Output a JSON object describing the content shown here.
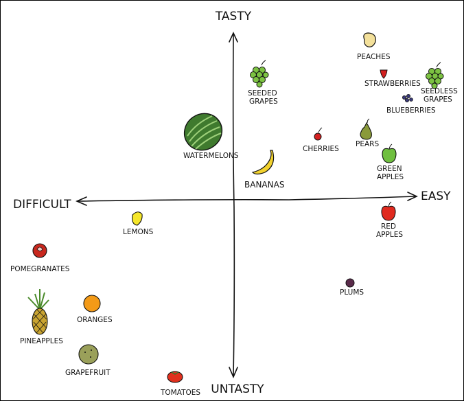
{
  "axes": {
    "top": "TASTY",
    "bottom": "UNTASTY",
    "left": "DIFFICULT",
    "right": "EASY"
  },
  "fruits": {
    "peaches": "PEACHES",
    "strawberries": "STRAWBERRIES",
    "seedless_grapes": [
      "SEEDLESS",
      "GRAPES"
    ],
    "blueberries": "BLUEBERRIES",
    "seeded_grapes": [
      "SEEDED",
      "GRAPES"
    ],
    "watermelons": "WATERMELONS",
    "cherries": "CHERRIES",
    "pears": "PEARS",
    "green_apples": [
      "GREEN",
      "APPLES"
    ],
    "bananas": "BANANAS",
    "red_apples": [
      "RED",
      "APPLES"
    ],
    "lemons": "LEMONS",
    "pomegranates": "POMEGRANATES",
    "oranges": "ORANGES",
    "pineapples": "PINEAPPLES",
    "grapefruit": "GRAPEFRUIT",
    "plums": "PLUMS",
    "tomatoes": "TOMATOES"
  },
  "colors": {
    "ink": "#111111",
    "grape_green": "#7cc242",
    "watermelon": "#3f7a2e",
    "banana": "#f2d22e",
    "cherry": "#d32020",
    "pear": "#8a9a3a",
    "green_apple": "#6fbf3f",
    "red_apple": "#e02a1f",
    "lemon": "#f5e62a",
    "pomegranate": "#c8281e",
    "orange": "#f39a17",
    "pineapple": "#c9a431",
    "grapefruit": "#9aa05a",
    "plum": "#5a2a4a",
    "tomato": "#e0301e",
    "peach": "#f3e09a",
    "blueberry": "#3a3a7a"
  }
}
